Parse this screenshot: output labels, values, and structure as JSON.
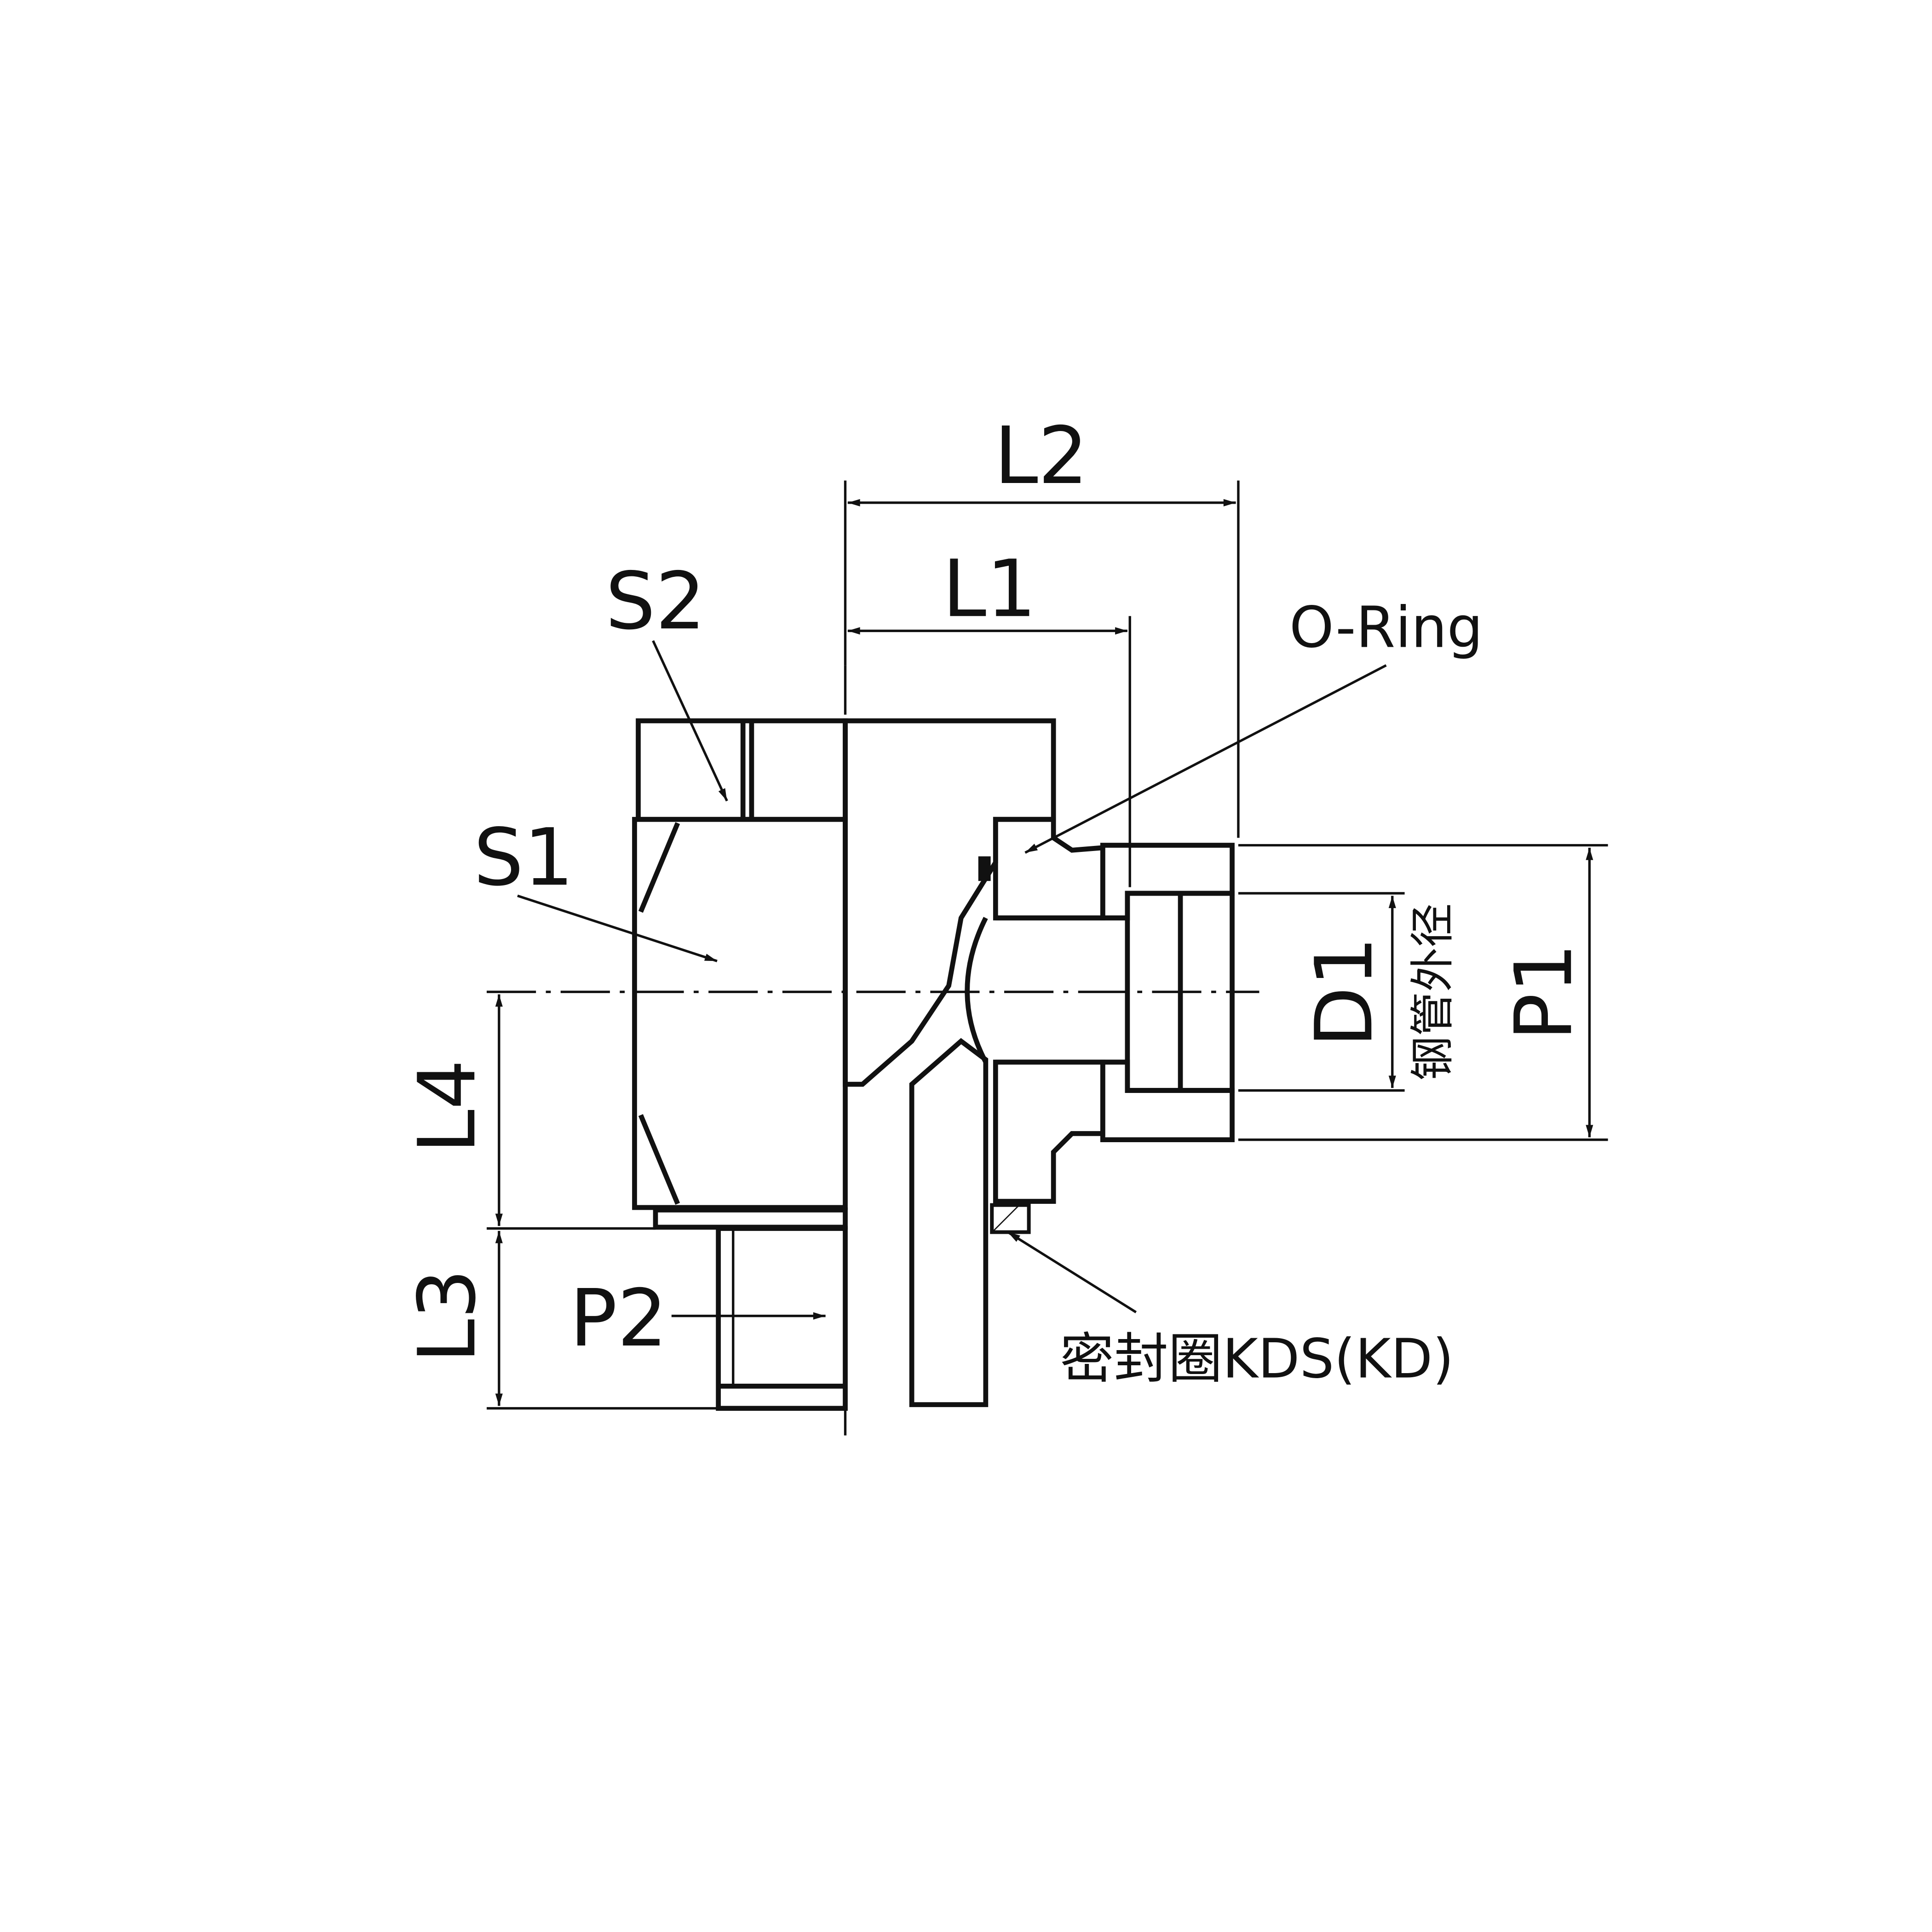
{
  "labels": {
    "l2": "L2",
    "l1": "L1",
    "s2": "S2",
    "s1": "S1",
    "o_ring": "O-Ring",
    "d1": "D1",
    "d1_note": "钢管外径",
    "p1": "P1",
    "l4": "L4",
    "l3": "L3",
    "p2": "P2",
    "seal": "密封圈KDS(KD)"
  }
}
